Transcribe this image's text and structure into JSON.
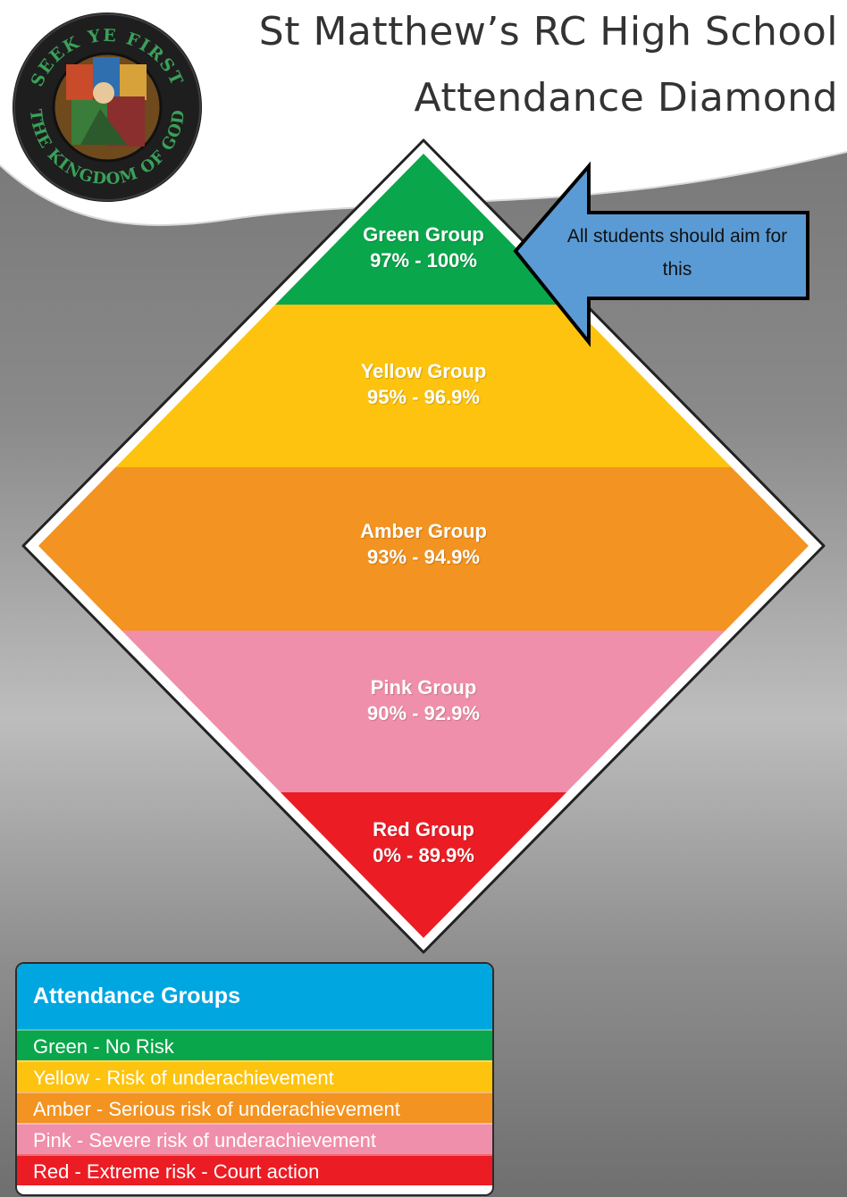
{
  "header": {
    "school_name": "St Matthew’s RC High School",
    "document_title": "Attendance Diamond"
  },
  "logo": {
    "motto_top": "SEEK YE FIRST",
    "motto_bottom": "THE KINGDOM OF GOD"
  },
  "diamond": {
    "bands": [
      {
        "name": "Green Group",
        "range": "97% - 100%",
        "color": "#0aa64b"
      },
      {
        "name": "Yellow Group",
        "range": "95% - 96.9%",
        "color": "#fdc30e"
      },
      {
        "name": "Amber Group",
        "range": "93% - 94.9%",
        "color": "#f39321"
      },
      {
        "name": "Pink Group",
        "range": "90% - 92.9%",
        "color": "#f08fab"
      },
      {
        "name": "Red Group",
        "range": "0% - 89.9%",
        "color": "#ec1c24"
      }
    ]
  },
  "callout": {
    "text": "All students should aim for this",
    "color": "#5b9bd5"
  },
  "legend": {
    "title": "Attendance Groups",
    "rows": [
      {
        "label": "Green - No Risk",
        "color": "#0aa64b"
      },
      {
        "label": "Yellow - Risk of underachievement",
        "color": "#fdc30e"
      },
      {
        "label": "Amber - Serious risk of underachievement",
        "color": "#f39321"
      },
      {
        "label": "Pink - Severe risk of underachievement",
        "color": "#f08fab"
      },
      {
        "label": "Red - Extreme risk - Court action",
        "color": "#ec1c24"
      }
    ]
  }
}
